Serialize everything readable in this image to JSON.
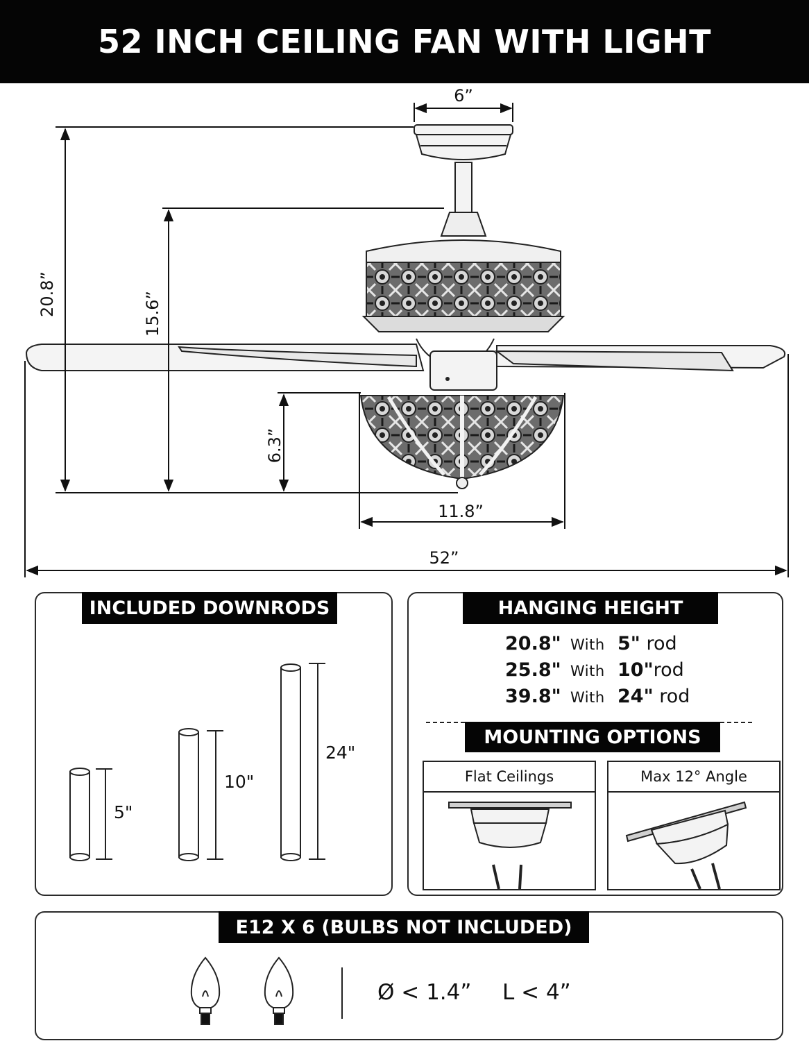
{
  "header": {
    "title": "52 INCH CEILING FAN WITH LIGHT"
  },
  "diagram": {
    "dim_canopy_width": "6”",
    "dim_total_height": "20.8”",
    "dim_height_to_rod": "15.6”",
    "dim_light_height": "6.3”",
    "dim_light_width": "11.8”",
    "dim_blade_span": "52”"
  },
  "downrods": {
    "title": "INCLUDED DOWNRODS",
    "rods": [
      {
        "label": "5\""
      },
      {
        "label": "10\""
      },
      {
        "label": "24\""
      }
    ]
  },
  "hanging_height": {
    "title": "HANGING HEIGHT",
    "rows": [
      {
        "height": "20.8\"",
        "with": "With",
        "rod": "5\"",
        "rod_word": " rod"
      },
      {
        "height": "25.8\"",
        "with": "With",
        "rod": "10\"",
        "rod_word": "rod"
      },
      {
        "height": "39.8\"",
        "with": "With",
        "rod": "24\"",
        "rod_word": " rod"
      }
    ]
  },
  "mounting": {
    "title": "MOUNTING OPTIONS",
    "options": [
      {
        "label": "Flat Ceilings"
      },
      {
        "label": "Max 12° Angle"
      }
    ]
  },
  "bulbs": {
    "title": "E12 X 6 (BULBS NOT INCLUDED)",
    "diameter": "Ø < 1.4”",
    "length": "L < 4”"
  }
}
